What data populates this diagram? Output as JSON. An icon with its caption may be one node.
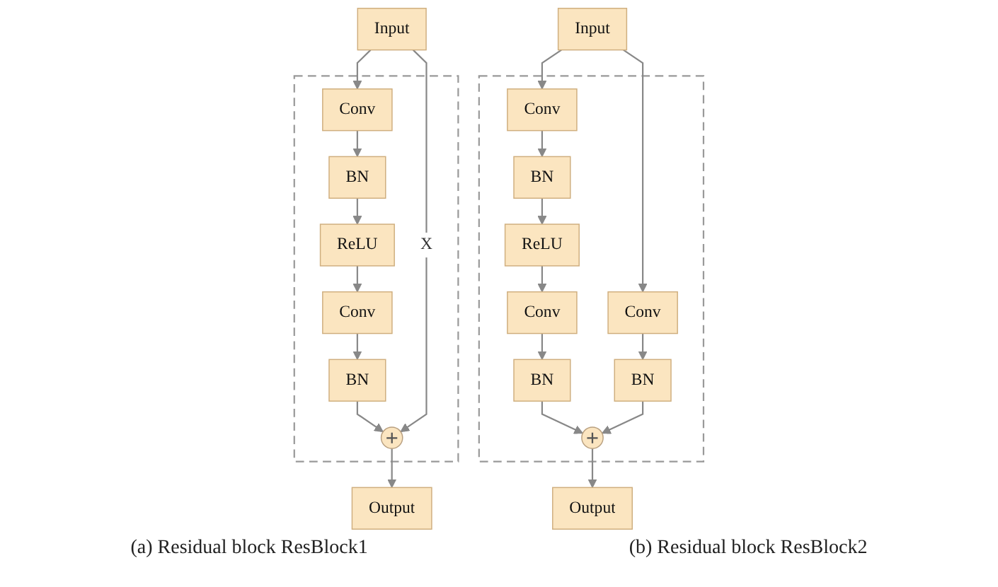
{
  "diagram": {
    "nodes": [
      {
        "text": [
          "Input"
        ]
      },
      {
        "text": [],
        "shape": "box"
      },
      {
        "text": [
          "Conv"
        ],
        "in": 1
      },
      {
        "text": [
          "BN"
        ],
        "in": 1
      },
      {
        "text": [
          "ReLU"
        ],
        "in": 1
      },
      {
        "text": [
          "Conv"
        ],
        "in": 1
      },
      {
        "text": [
          "BN"
        ],
        "in": 1
      },
      {
        "text": [
          "+"
        ],
        "in": 1
      },
      {
        "text": [
          "Output"
        ]
      },
      {
        "text": [
          "Input"
        ]
      },
      {
        "text": [],
        "shape": "box"
      },
      {
        "text": [
          "Conv"
        ],
        "in": 10
      },
      {
        "text": [
          "BN"
        ],
        "in": 10
      },
      {
        "text": [
          "ReLU"
        ],
        "in": 10
      },
      {
        "text": [
          "Conv"
        ],
        "in": 10
      },
      {
        "text": [
          "BN"
        ],
        "in": 10
      },
      {
        "text": [
          "Conv"
        ],
        "in": 10
      },
      {
        "text": [
          "BN"
        ],
        "in": 10
      },
      {
        "text": [
          "+"
        ],
        "in": 10
      },
      {
        "text": [
          "Output"
        ]
      }
    ],
    "edges": [
      {
        "from": 0,
        "to": 2,
        "arrow": "to"
      },
      {
        "from": 2,
        "to": 3,
        "arrow": "to"
      },
      {
        "from": 3,
        "to": 4,
        "arrow": "to"
      },
      {
        "from": 4,
        "to": 5,
        "arrow": "to"
      },
      {
        "from": 5,
        "to": 6,
        "arrow": "to"
      },
      {
        "from": 6,
        "to": 7,
        "arrow": "to"
      },
      {
        "from": 0,
        "to": 7,
        "arrow": "to",
        "label": "X"
      },
      {
        "from": 7,
        "to": 8,
        "arrow": "to"
      },
      {
        "from": 9,
        "to": 11,
        "arrow": "to"
      },
      {
        "from": 11,
        "to": 12,
        "arrow": "to"
      },
      {
        "from": 12,
        "to": 13,
        "arrow": "to"
      },
      {
        "from": 13,
        "to": 14,
        "arrow": "to"
      },
      {
        "from": 14,
        "to": 15,
        "arrow": "to"
      },
      {
        "from": 15,
        "to": 18,
        "arrow": "to"
      },
      {
        "from": 9,
        "to": 16,
        "arrow": "to"
      },
      {
        "from": 16,
        "to": 17,
        "arrow": "to"
      },
      {
        "from": 17,
        "to": 18,
        "arrow": "to"
      },
      {
        "from": 18,
        "to": 19,
        "arrow": "to"
      }
    ],
    "labels": [
      "(a) Residual block ResBlock1",
      "(b) Residual block ResBlock2"
    ]
  }
}
